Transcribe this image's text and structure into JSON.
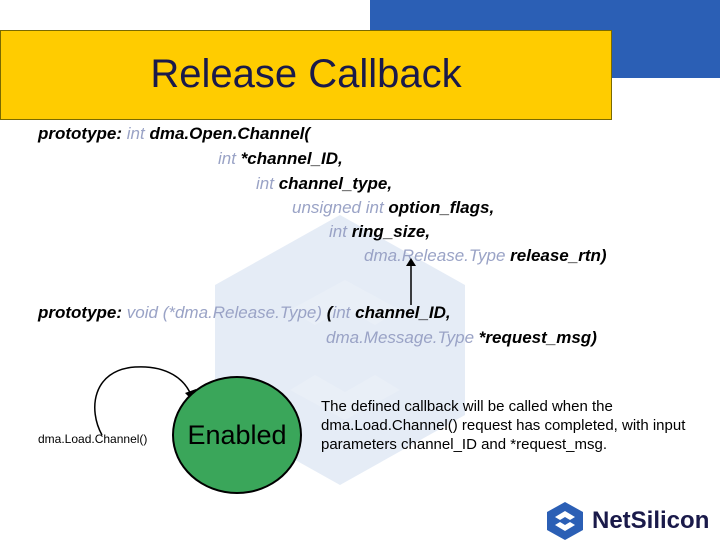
{
  "slide": {
    "title": "Release Callback"
  },
  "prototype1": {
    "prefix": "prototype: ",
    "ret_type": "int",
    "fn_name": " dma.Open.Channel(",
    "params": [
      {
        "type": "int",
        "name": " *channel_ID,"
      },
      {
        "type": "int",
        "name": " channel_type,"
      },
      {
        "type": "unsigned int",
        "name": " option_flags,"
      },
      {
        "type": "int",
        "name": " ring_size,"
      },
      {
        "type": "dma.Release.Type",
        "name": " release_rtn)"
      }
    ]
  },
  "prototype2": {
    "prefix": "prototype: ",
    "signature": "void (*dma.Release.Type)",
    "open_paren": " (",
    "p1_type": "int",
    "p1_name": " channel_ID,",
    "p2_type": "dma.Message.Type",
    "p2_name": " *request_msg)"
  },
  "diagram": {
    "transition_label": "dma.Load.Channel()",
    "state_label": "Enabled"
  },
  "description": "The defined callback will be called when the dma.Load.Channel() request has completed, with input parameters channel_ID and *request_msg.",
  "logo": {
    "text": "NetSilicon"
  },
  "colors": {
    "title_bg": "#ffcc00",
    "header_blue": "#2b5fb5",
    "state_fill": "#3aa65a",
    "keyword": "#9aa3c6"
  }
}
